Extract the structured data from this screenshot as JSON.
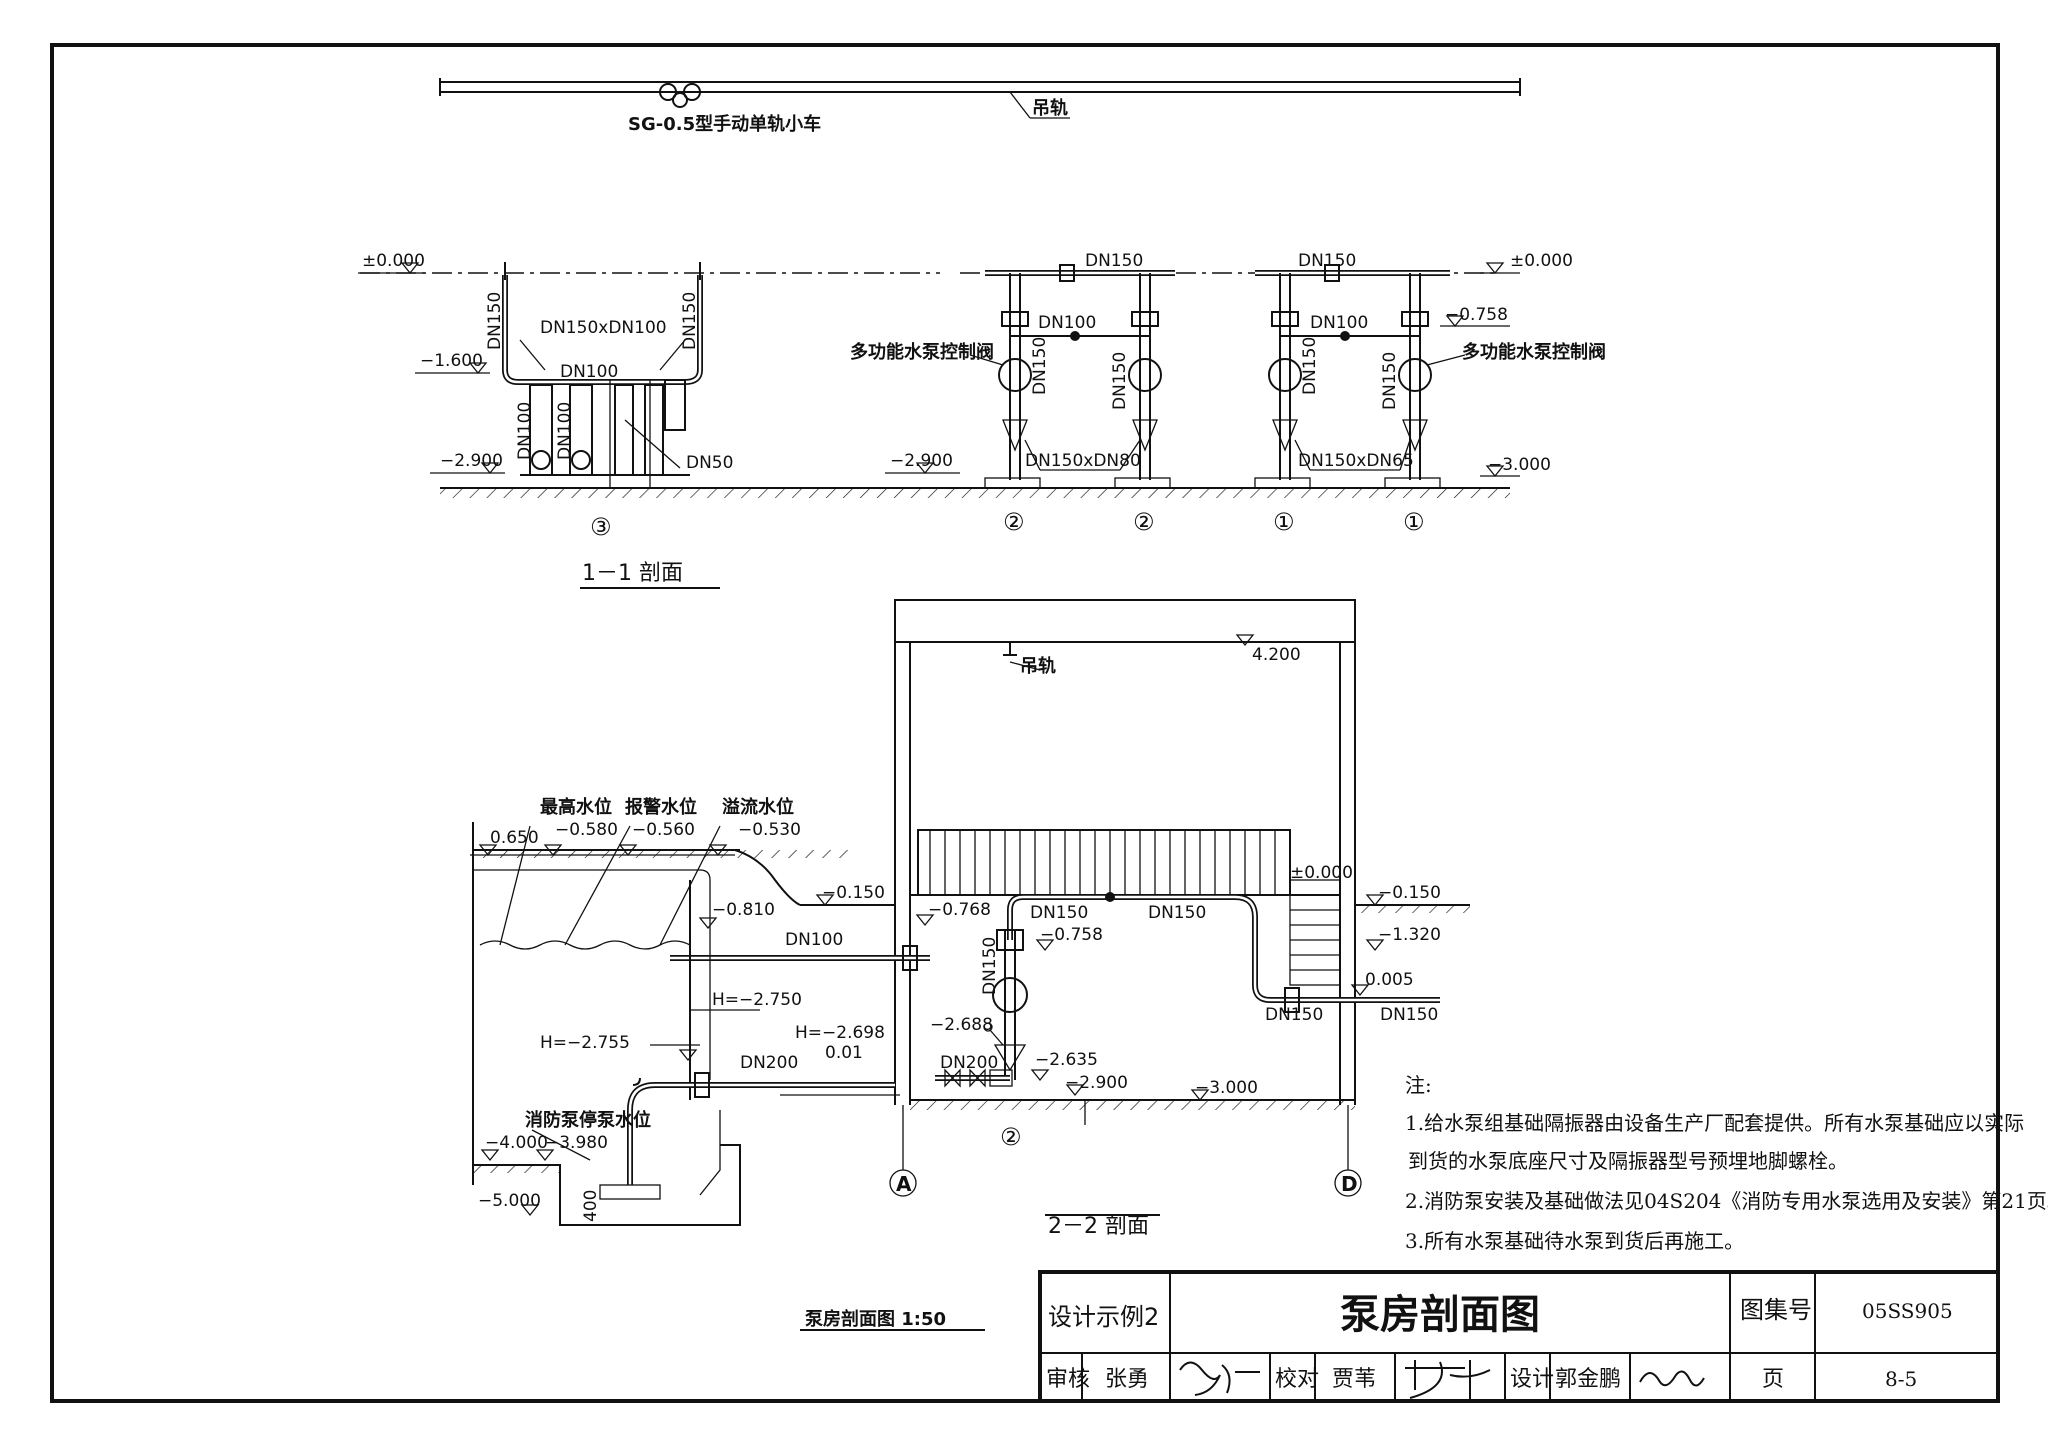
{
  "top_section": {
    "trolley_label": "SG-0.5型手动单轨小车",
    "rail_label": "吊轨"
  },
  "section_1_1": {
    "title": "1－1 剖面",
    "elevations": {
      "zero_left": "±0.000",
      "zero_right": "±0.000",
      "minus_1600": "−1.600",
      "minus_2900_a": "−2.900",
      "minus_2900_b": "−2.900",
      "minus_3000": "−3.000",
      "minus_0758": "−0.758"
    },
    "pipes": {
      "dn150_left": "DN150",
      "dn150_right": "DN150",
      "dn150xdn100": "DN150xDN100",
      "dn100_a": "DN100",
      "dn100_b": "DN100",
      "dn100_c": "DN100",
      "dn50": "DN50",
      "dn150_top_a": "DN150",
      "dn150_top_b": "DN150",
      "dn100_mid_a": "DN100",
      "dn100_mid_b": "DN100",
      "dn150_v1": "DN150",
      "dn150_v2": "DN150",
      "dn150_v3": "DN150",
      "dn150_v4": "DN150",
      "dn150xdn80": "DN150xDN80",
      "dn150xdn65": "DN150xDN65"
    },
    "valve_label": "多功能水泵控制阀",
    "pump_markers": [
      "③",
      "②",
      "②",
      "①",
      "①"
    ]
  },
  "section_2_2": {
    "title": "2－2 剖面",
    "rail_label": "吊轨",
    "elevations": {
      "e4200": "4.200",
      "e0650": "0.650",
      "e0580": "−0.580",
      "e0560": "−0.560",
      "e0530": "−0.530",
      "e0810": "−0.810",
      "e0150a": "−0.150",
      "e0768": "−0.768",
      "e0758": "−0.758",
      "zero": "±0.000",
      "e0150b": "−0.150",
      "e1320": "−1.320",
      "e0005": "0.005",
      "h2750": "H=−2.750",
      "h2698": "H=−2.698",
      "h2755": "H=−2.755",
      "s001": "0.01",
      "e2688": "−2.688",
      "e2635": "−2.635",
      "e2900": "−2.900",
      "e3000": "−3.000",
      "e4000": "−4.000",
      "e3980": "−3.980",
      "e5000": "−5.000",
      "d400": "400"
    },
    "water_levels": {
      "max": "最高水位",
      "alarm": "报警水位",
      "overflow": "溢流水位",
      "fire_stop": "消防泵停泵水位"
    },
    "pipes": {
      "dn100": "DN100",
      "dn150_a": "DN150",
      "dn150_b": "DN150",
      "dn150_v": "DN150",
      "dn150_out1": "DN150",
      "dn150_out2": "DN150",
      "dn200_a": "DN200",
      "dn200_b": "DN200"
    },
    "axis": {
      "a": "A",
      "d": "D",
      "pump": "②"
    }
  },
  "notes": {
    "heading": "注:",
    "items": [
      "1.给水泵组基础隔振器由设备生产厂配套提供。所有水泵基础应以实际",
      "到货的水泵底座尺寸及隔振器型号预埋地脚螺栓。",
      "2.消防泵安装及基础做法见04S204《消防专用水泵选用及安装》第21页。",
      "3.所有水泵基础待水泵到货后再施工。"
    ]
  },
  "drawing_caption": "泵房剖面图 1:50",
  "title_block": {
    "design_example": "设计示例2",
    "drawing_title": "泵房剖面图",
    "atlas_label": "图集号",
    "atlas_number": "05SS905",
    "review_label": "审核",
    "review_name": "张勇",
    "check_label": "校对",
    "check_name": "贾苇",
    "design_label": "设计",
    "design_name": "郭金鹏",
    "page_label": "页",
    "page_number": "8-5"
  }
}
